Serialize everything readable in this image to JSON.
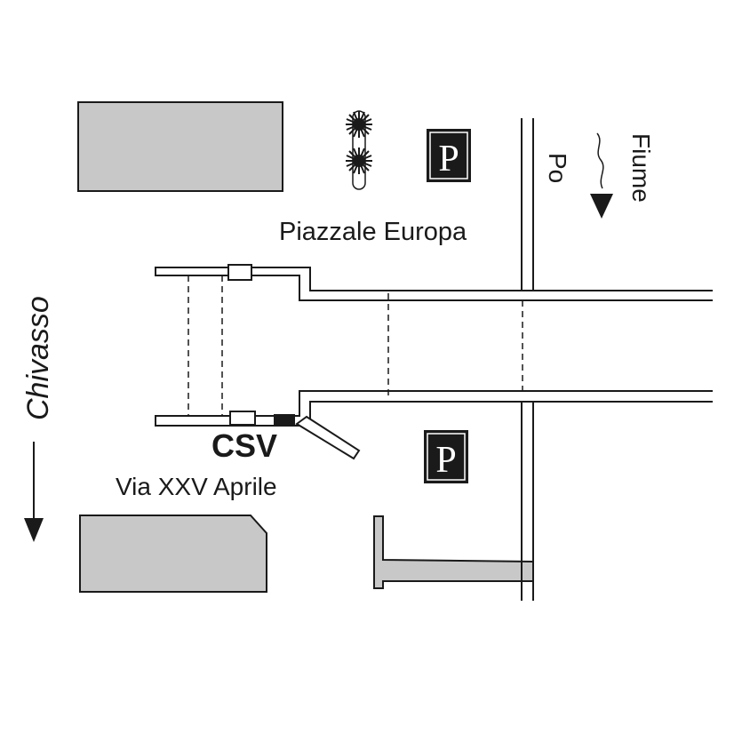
{
  "labels": {
    "piazzale": "Piazzale Europa",
    "fiume": "Fiume",
    "po": "Po",
    "chivasso": "Chivasso",
    "csv": "CSV",
    "via": "Via XXV Aprile"
  },
  "parking": {
    "letter": "P"
  },
  "colors": {
    "building": "#c8c8c8",
    "ink": "#1a1a1a",
    "parking_bg": "#1a1a1a",
    "parking_fg": "#ffffff"
  },
  "icons": {
    "trees": "tree-icon",
    "river_flow": "wavy-arrow-icon",
    "direction": "arrow-down-icon",
    "parking": "parking-icon"
  }
}
